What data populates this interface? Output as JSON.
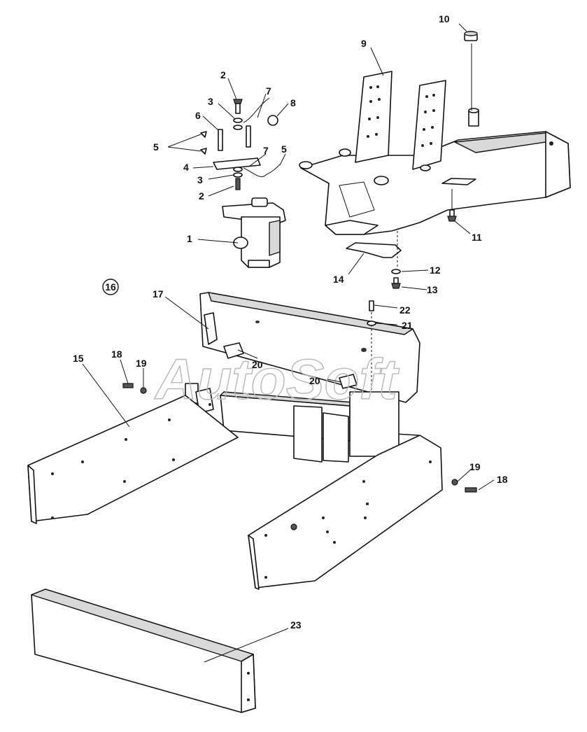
{
  "watermark": "AutoSoft",
  "group_label": "16",
  "callouts": {
    "c1": "1",
    "c2a": "2",
    "c2b": "2",
    "c3a": "3",
    "c3b": "3",
    "c4": "4",
    "c5a": "5",
    "c5b": "5",
    "c6": "6",
    "c7a": "7",
    "c7b": "7",
    "c8": "8",
    "c9": "9",
    "c10": "10",
    "c11": "11",
    "c12": "12",
    "c13": "13",
    "c14": "14",
    "c15": "15",
    "c17": "17",
    "c18a": "18",
    "c18b": "18",
    "c19a": "19",
    "c19b": "19",
    "c20a": "20",
    "c20b": "20",
    "c21": "21",
    "c22": "22",
    "c23": "23"
  },
  "colors": {
    "line": "#111111",
    "shade": "#d9d9d9",
    "watermark": "#b8b8b8"
  }
}
